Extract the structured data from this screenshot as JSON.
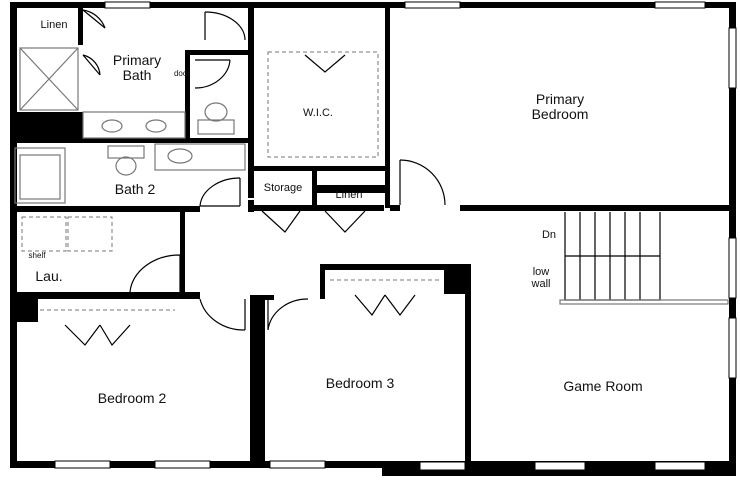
{
  "labels": {
    "linen_top": "Linen",
    "primary_bath_line1": "Primary",
    "primary_bath_line2": "Bath",
    "door": "door",
    "wic": "W.I.C.",
    "primary_bedroom_line1": "Primary",
    "primary_bedroom_line2": "Bedroom",
    "bath2": "Bath 2",
    "storage": "Storage",
    "linen_hall": "Linen",
    "dn": "Dn",
    "low_wall_line1": "low",
    "low_wall_line2": "wall",
    "shelf": "shelf",
    "laundry": "Lau.",
    "bedroom2": "Bedroom 2",
    "bedroom3": "Bedroom 3",
    "game_room": "Game Room"
  }
}
